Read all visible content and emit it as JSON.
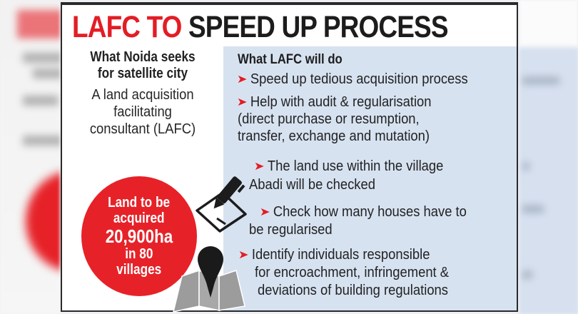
{
  "title": {
    "red_part": "LAFC TO",
    "black_part": "SPEED UP PROCESS"
  },
  "left_column": {
    "heading_line1": "What Noida seeks",
    "heading_line2": "for satellite city",
    "desc_line1": "A land acquisition",
    "desc_line2": "facilitating",
    "desc_line3": "consultant (LAFC)"
  },
  "circle": {
    "line1": "Land to be",
    "line2": "acquired",
    "figure": "20,900ha",
    "line4": "in 80",
    "line5": "villages"
  },
  "right_column": {
    "heading": "What LAFC will do",
    "bullet_glyph": "➤",
    "items": [
      {
        "lines": [
          "Speed up tedious acquisition process"
        ]
      },
      {
        "lines": [
          "Help with audit & regularisation",
          "(direct purchase or resumption,",
          "transfer, exchange and mutation)"
        ]
      },
      {
        "lines": [
          "The land use within the village",
          "Abadi will be checked"
        ]
      },
      {
        "lines": [
          "Check how many houses have to",
          "be regularised"
        ]
      },
      {
        "lines": [
          "Identify individuals responsible",
          "for encroachment, infringement &",
          "deviations of building regulations"
        ]
      }
    ]
  },
  "icons": {
    "pen_and_paper": "pen-signing-document-icon",
    "map_pin": "map-location-pin-icon"
  },
  "colors": {
    "accent_red": "#e31d25",
    "circle_red": "#e62228",
    "panel_blue": "#d7e2f1",
    "text_dark": "#1e1e1e"
  }
}
